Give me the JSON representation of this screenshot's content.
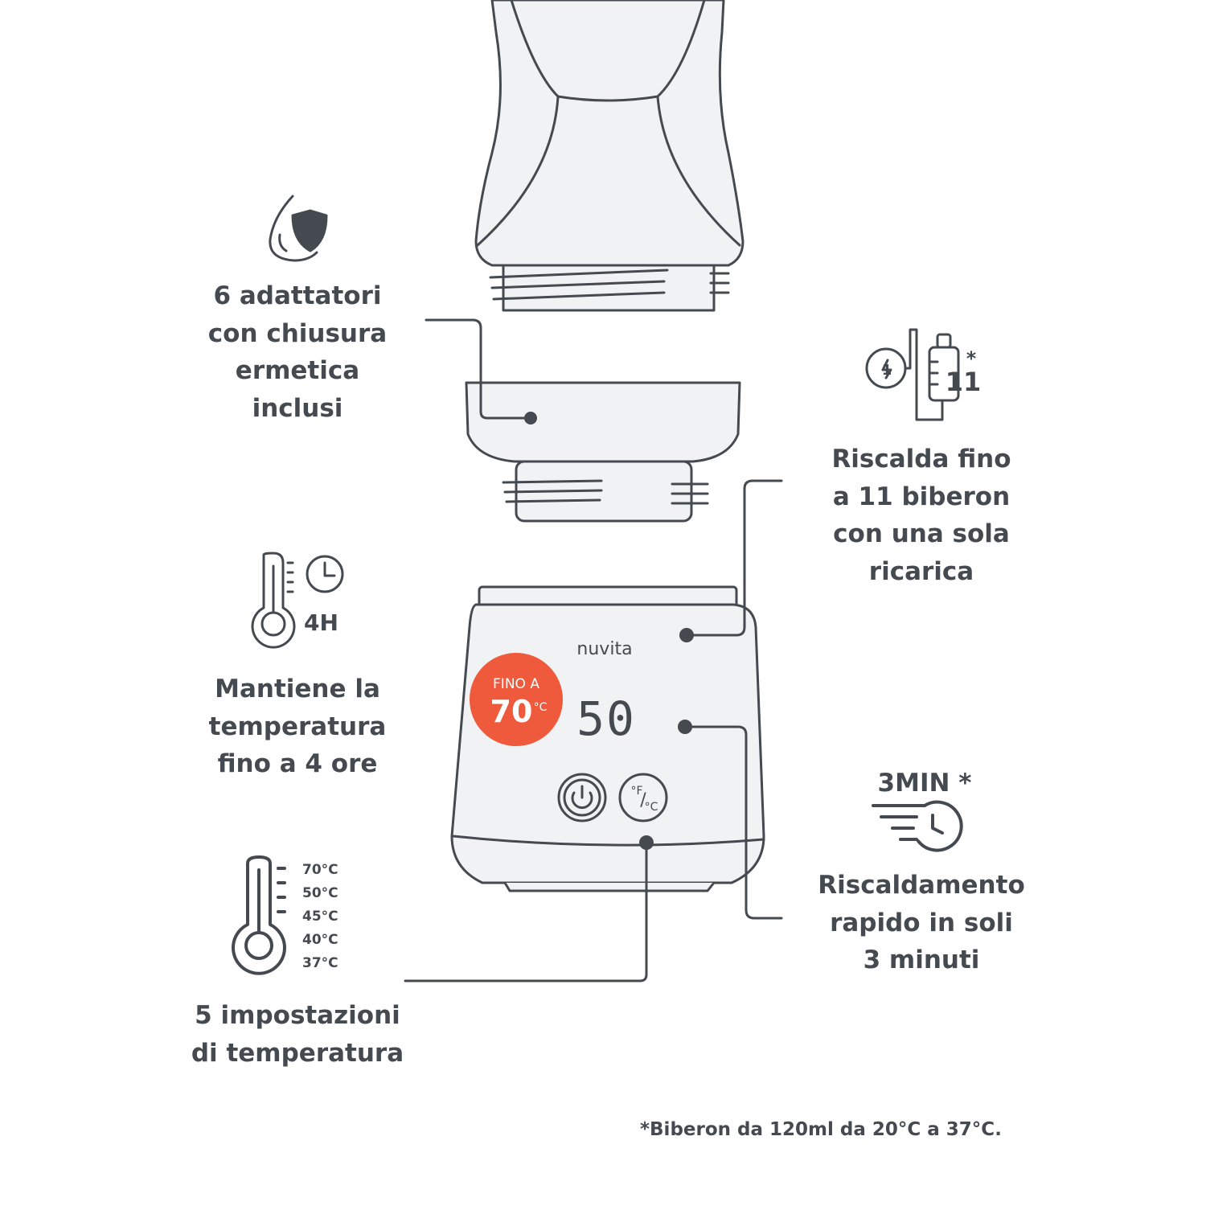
{
  "brand": "nuvita",
  "badge": {
    "line1": "FINO A",
    "value": "70",
    "unit": "°C",
    "color": "#f05a3c"
  },
  "display": {
    "reading": "50"
  },
  "controls": {
    "power_icon": "power-icon",
    "unit_toggle_top": "°F",
    "unit_toggle_slash": "/",
    "unit_toggle_bottom": "°C"
  },
  "features": {
    "adapters": {
      "icon": "drop-shield-icon",
      "lines": [
        "6 adattatori",
        "con chiusura",
        "ermetica",
        "inclusi"
      ]
    },
    "keep_warm": {
      "icon": "thermometer-clock-icon",
      "icon_text": "4H",
      "lines": [
        "Mantiene la",
        "temperatura",
        "fino a 4 ore"
      ]
    },
    "settings": {
      "icon": "thermometer-icon",
      "temps": [
        "70°C",
        "50°C",
        "45°C",
        "40°C",
        "37°C"
      ],
      "lines": [
        "5 impostazioni",
        "di temperatura"
      ]
    },
    "bottles_per_charge": {
      "icon": "battery-bottle-icon",
      "icon_charge": "1",
      "icon_count": "11",
      "icon_asterisk": "*",
      "lines": [
        "Riscalda fino",
        "a 11 biberon",
        "con una sola",
        "ricarica"
      ]
    },
    "fast_heat": {
      "icon": "fast-clock-icon",
      "icon_text": "3MIN *",
      "lines": [
        "Riscaldamento",
        "rapido in soli",
        "3 minuti"
      ]
    }
  },
  "footnote": "*Biberon da 120ml da 20°C a 37°C.",
  "colors": {
    "line": "#454a50",
    "body_fill": "#f1f2f3",
    "accent": "#f05a3c"
  }
}
